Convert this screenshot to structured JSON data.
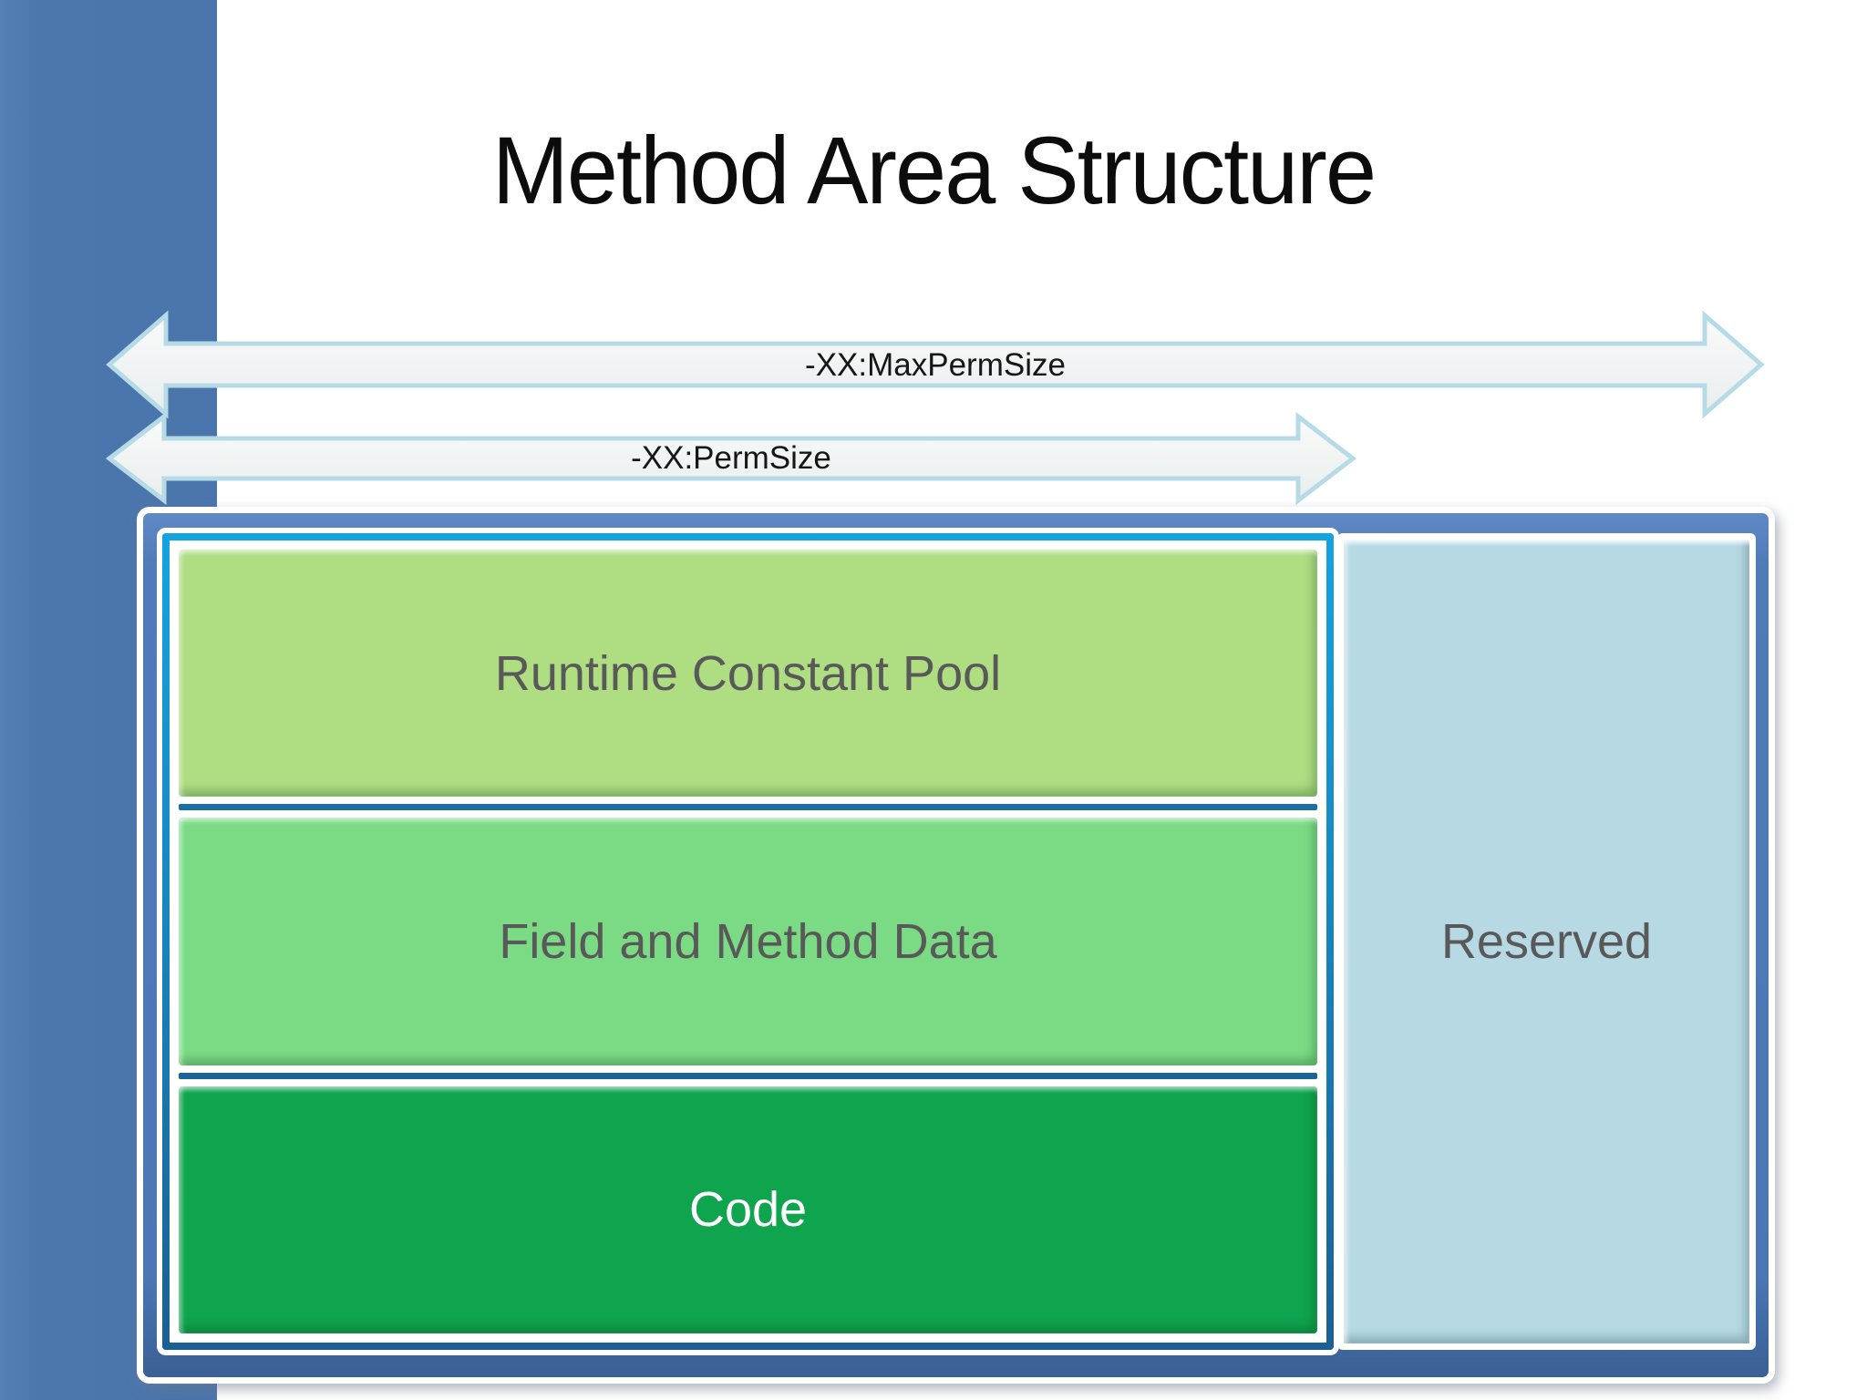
{
  "slide": {
    "title": "Method Area Structure"
  },
  "arrows": {
    "max_perm": {
      "label": "-XX:MaxPermSize"
    },
    "perm": {
      "label": "-XX:PermSize"
    }
  },
  "method_area": {
    "rows": [
      {
        "label": "Runtime Constant Pool",
        "fill": "#aedd82",
        "text_color": "#595959"
      },
      {
        "label": "Field and Method Data",
        "fill": "#7bdb85",
        "text_color": "#595959"
      },
      {
        "label": "Code",
        "fill": "#0fa44e",
        "text_color": "#ffffff"
      }
    ],
    "reserved": {
      "label": "Reserved",
      "fill": "#b6d9e3",
      "text_color": "#595959"
    }
  },
  "colors": {
    "sidebar_blue": "#4c77ae",
    "outer_box_blue": "#4b77b4",
    "container_border_top": "#14a3e0",
    "container_border_bottom": "#1a6094",
    "separator_1": "#1b6fa3",
    "separator_2": "#1c6496",
    "arrow_fill_top": "#fafbfb",
    "arrow_fill_bottom": "#e9eded",
    "arrow_stroke": "#b7dbe6",
    "title_color": "#0c0c0c",
    "arrow_label_color": "#161616"
  }
}
